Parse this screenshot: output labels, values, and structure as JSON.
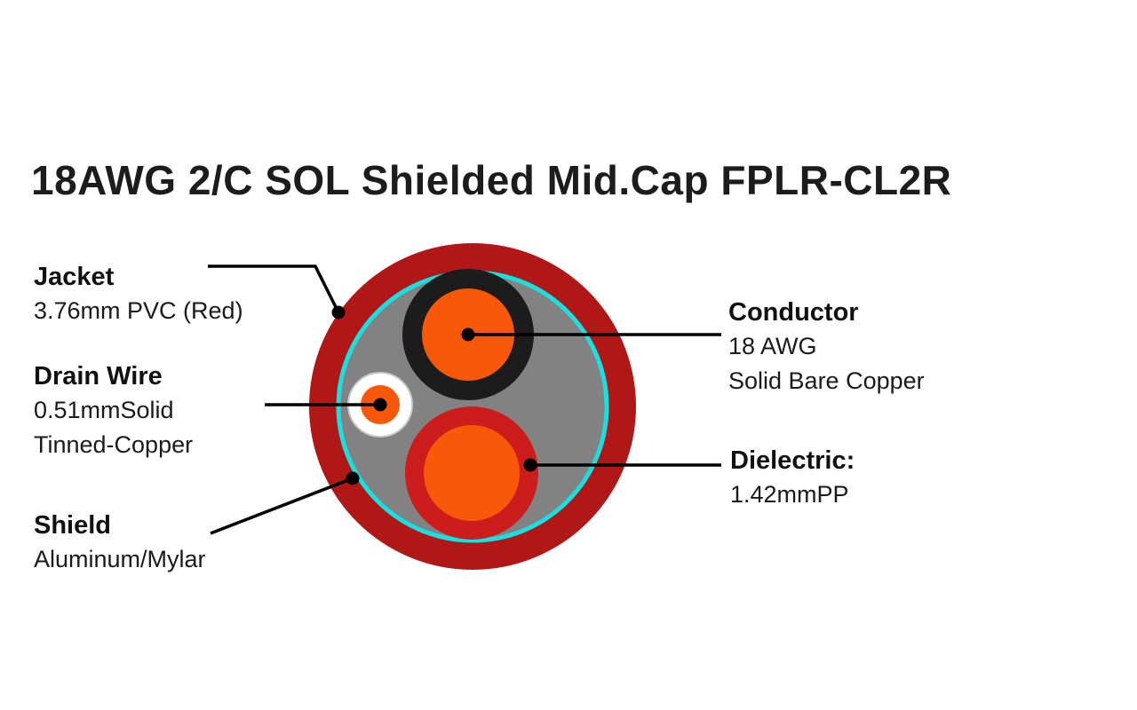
{
  "page": {
    "title": "18AWG 2/C SOL Shielded Mid.Cap FPLR-CL2R"
  },
  "callouts": {
    "jacket": {
      "heading": "Jacket",
      "lines": [
        "3.76mm PVC (Red)"
      ]
    },
    "drain_wire": {
      "heading": "Drain Wire",
      "lines": [
        "0.51mmSolid",
        "Tinned-Copper"
      ]
    },
    "shield": {
      "heading": "Shield",
      "lines": [
        "Aluminum/Mylar"
      ]
    },
    "conductor": {
      "heading": "Conductor",
      "lines": [
        "18 AWG",
        "Solid Bare Copper"
      ]
    },
    "dielectric": {
      "heading": "Dielectric:",
      "lines": [
        "1.42mmPP"
      ]
    }
  },
  "colors": {
    "jacket_red": "#B01818",
    "shield_gray": "#828282",
    "shield_ring_cyan": "#18DFE0",
    "insulation_black": "#1C1C1C",
    "insulation_red": "#CC1C1C",
    "conductor_orange": "#F9570A",
    "drain_ring_white": "#FFFFFF",
    "drain_ring_edge": "#C9C9C9",
    "callout_black": "#000000"
  }
}
